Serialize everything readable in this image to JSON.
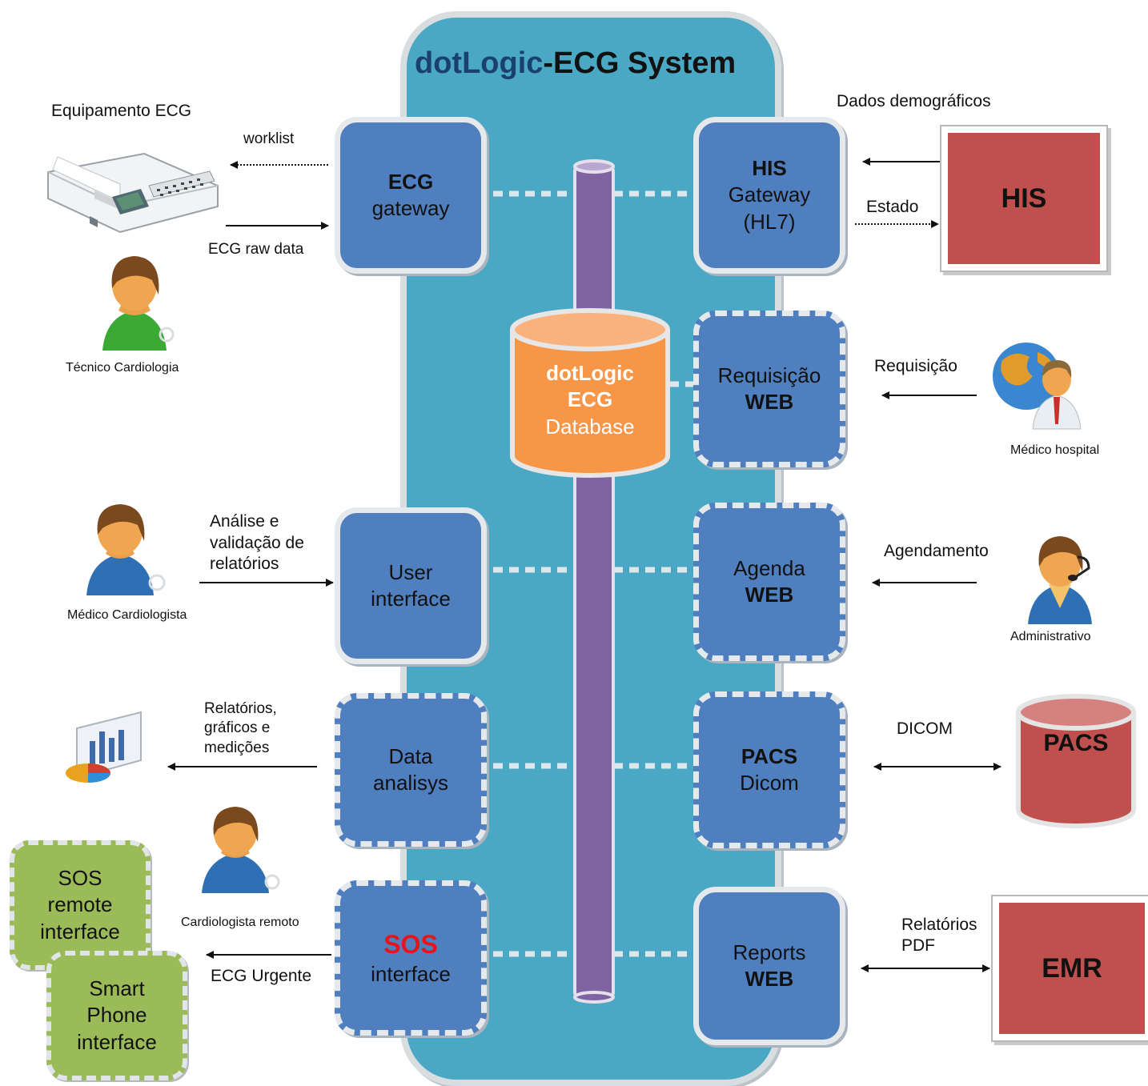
{
  "system": {
    "title_brand": "dotLogic",
    "title_rest": "-ECG System"
  },
  "database": {
    "line1": "dotLogic",
    "line2": "ECG",
    "line3": "Database"
  },
  "components": {
    "ecg_gateway": {
      "bold": "ECG",
      "text": "gateway"
    },
    "his_gateway": {
      "bold": "HIS",
      "line2": "Gateway",
      "line3": "(HL7)"
    },
    "requisicao_web": {
      "text": "Requisição",
      "bold": "WEB"
    },
    "agenda_web": {
      "text": "Agenda",
      "bold": "WEB"
    },
    "pacs_dicom": {
      "bold": "PACS",
      "text": "Dicom"
    },
    "reports_web": {
      "text": "Reports",
      "bold": "WEB"
    },
    "user_interface": {
      "line1": "User",
      "line2": "interface"
    },
    "data_analisys": {
      "line1": "Data",
      "line2": "analisys"
    },
    "sos_interface": {
      "red": "SOS",
      "text": "interface"
    }
  },
  "external": {
    "his": "HIS",
    "pacs": "PACS",
    "emr": "EMR"
  },
  "mobile": {
    "sos_remote": {
      "line1": "SOS",
      "line2": "remote",
      "line3": "interface"
    },
    "smart_phone": {
      "line1": "Smart",
      "line2": "Phone",
      "line3": "interface"
    }
  },
  "actors": {
    "equipamento": "Equipamento ECG",
    "tecnico": "Técnico Cardiologia",
    "medico_cardiologista": "Médico Cardiologista",
    "cardiologista_remoto": "Cardiologista remoto",
    "medico_hospital": "Médico hospital",
    "administrativo": "Administrativo"
  },
  "flows": {
    "worklist": "worklist",
    "ecg_raw": "ECG raw data",
    "dados_demograficos": "Dados demográficos",
    "estado": "Estado",
    "requisicao": "Requisição",
    "analise": [
      "Análise e",
      "validação de",
      "relatórios"
    ],
    "agendamento": "Agendamento",
    "relatorios_graficos": [
      "Relatórios,",
      "gráficos e",
      "medições"
    ],
    "dicom": "DICOM",
    "ecg_urgente": "ECG Urgente",
    "relatorios_pdf": [
      "Relatórios",
      "PDF"
    ]
  },
  "colors": {
    "panel": "#4aa8c4",
    "component": "#4f7fbe",
    "database": "#f79646",
    "pipe": "#8064a2",
    "external": "#c0504d",
    "mobile": "#9bbb59",
    "sos_red": "#e8141b"
  }
}
